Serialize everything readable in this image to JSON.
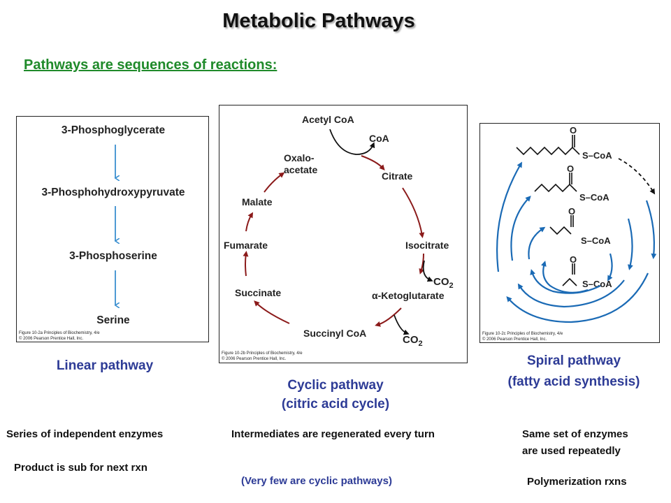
{
  "title": "Metabolic Pathways",
  "subtitle": "Pathways are sequences of reactions:",
  "linear": {
    "steps": [
      "3-Phosphoglycerate",
      "3-Phosphohydroxypyruvate",
      "3-Phosphoserine",
      "Serine"
    ],
    "credit": [
      "Figure 10-2a Principles of Biochemistry, 4/e",
      "© 2006 Pearson Prentice Hall, Inc."
    ],
    "caption": "Linear pathway",
    "notes": [
      "Series of independent enzymes",
      "Product is sub for next rxn"
    ]
  },
  "cyclic": {
    "acetyl": "Acetyl CoA",
    "coa": "CoA",
    "oxalo1": "Oxalo-",
    "oxalo2": "acetate",
    "citrate": "Citrate",
    "malate": "Malate",
    "isocitrate": "Isocitrate",
    "fumarate": "Fumarate",
    "co2_a": "CO",
    "co2_b": "CO",
    "sub2": "2",
    "succinate": "Succinate",
    "akg": "α-Ketoglutarate",
    "succinylcoa": "Succinyl CoA",
    "credit": [
      "Figure 10-2b Principles of Biochemistry, 4/e",
      "© 2006 Pearson Prentice Hall, Inc."
    ],
    "caption1": "Cyclic pathway",
    "caption2": "(citric acid cycle)",
    "note": "Intermediates are regenerated every turn",
    "note2": "(Very few are cyclic pathways)"
  },
  "spiral": {
    "o": "O",
    "s_coa": "S–CoA",
    "credit": [
      "Figure 10-2c Principles of Biochemistry, 4/e",
      "© 2006 Pearson Prentice Hall, Inc."
    ],
    "caption1": "Spiral pathway",
    "caption2": "(fatty acid synthesis)",
    "note1": "Same set of enzymes",
    "note2": "are used repeatedly",
    "note3": "Polymerization rxns"
  },
  "colors": {
    "blue_arrow": "#3a8fd0",
    "red_arrow": "#8b1a1a",
    "spiral_blue": "#1a6ab5",
    "caption": "#2d3b96",
    "subtitle": "#1f8a2a"
  }
}
